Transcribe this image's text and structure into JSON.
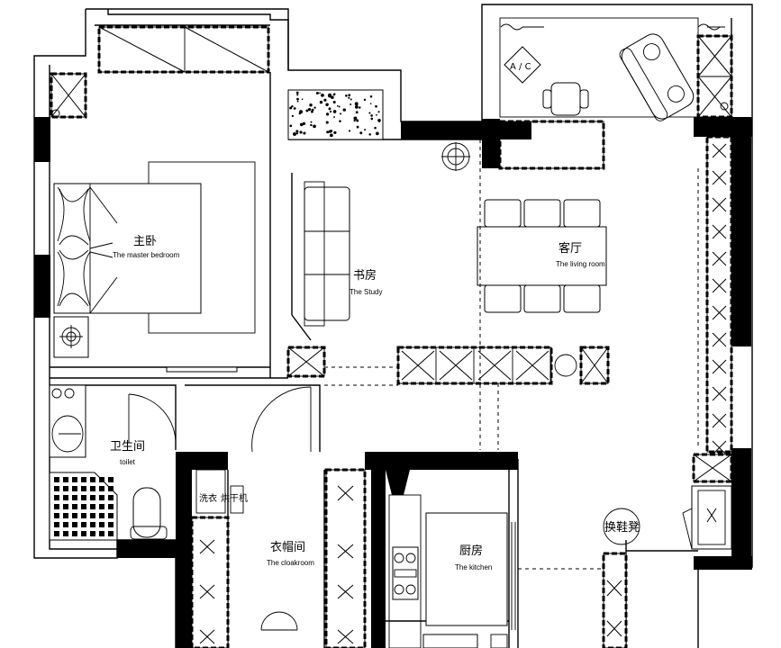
{
  "rooms": {
    "master_bedroom": {
      "cn": "主卧",
      "en": "The master bedroom"
    },
    "study": {
      "cn": "书房",
      "en": "The Study"
    },
    "living_room": {
      "cn": "客厅",
      "en": "The living room"
    },
    "bathroom": {
      "cn": "卫生间",
      "en": "toilet"
    },
    "cloakroom": {
      "cn": "衣帽间",
      "en": "The cloakroom"
    },
    "kitchen": {
      "cn": "厨房",
      "en": "The kitchen"
    }
  },
  "labels": {
    "ac": "A / C",
    "washer": "洗衣",
    "dryer": "烘干机",
    "shoe_bench": "换鞋凳"
  }
}
